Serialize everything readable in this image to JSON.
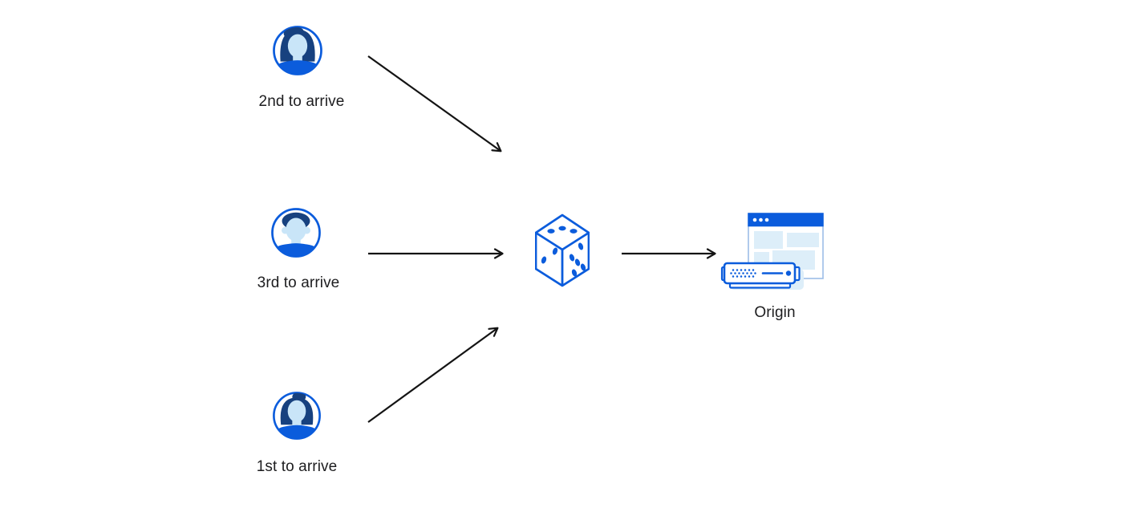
{
  "colors": {
    "accent": "#0b5cdc",
    "face": "#c9e5f8",
    "hair": "#17417f",
    "panel": "#ddeef9",
    "borderlight": "#9dbde8",
    "arrow": "#141414",
    "ink": "#1d1d1f",
    "bg": "#ffffff"
  },
  "diagram": {
    "clients": [
      {
        "id": "second",
        "label": "2nd to arrive",
        "icon": "user-avatar-icon"
      },
      {
        "id": "third",
        "label": "3rd to arrive",
        "icon": "user-avatar-icon"
      },
      {
        "id": "first",
        "label": "1st to arrive",
        "icon": "user-avatar-icon"
      }
    ],
    "router": {
      "icon": "dice-icon"
    },
    "origin": {
      "label": "Origin",
      "icon": "origin-server-icon"
    }
  }
}
